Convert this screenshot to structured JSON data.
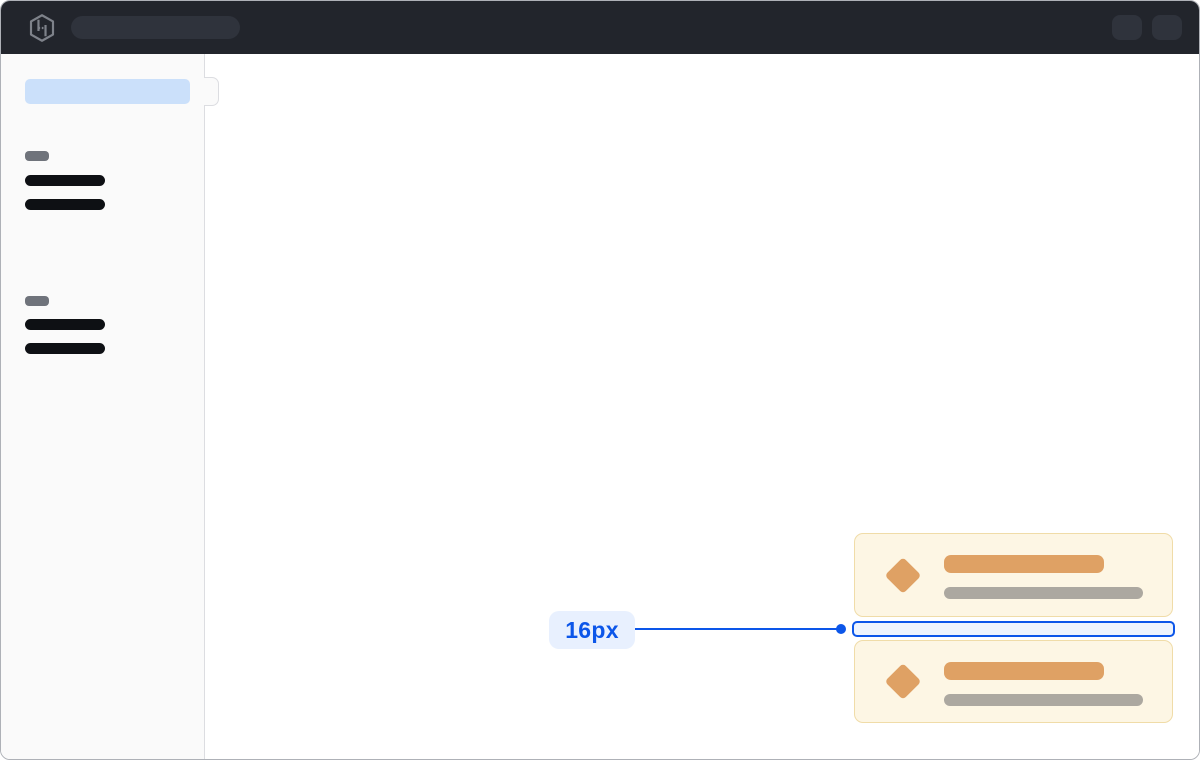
{
  "annotation": {
    "spacing_label": "16px",
    "accent_color": "#0c56e9",
    "label_bg_color": "#e8f0fe",
    "highlight_fill_color": "#eef4fe"
  },
  "topbar": {
    "bg_color": "#22252c",
    "skeleton_pill_color": "#2f333c",
    "logo_icon": "hashicorp-logo-icon",
    "search_skeleton": "search-bar-placeholder",
    "action_skeletons": [
      "header-action-placeholder",
      "header-action-placeholder"
    ]
  },
  "sidebar": {
    "bg_color": "#fafafa",
    "active_item_color": "#cbe0fa",
    "active_item_skeleton": "active-nav-item-placeholder",
    "toggle_tab": "sidebar-collapse-tab",
    "groups": [
      {
        "section_label_skeleton": "section-label-placeholder",
        "item_skeletons": [
          "nav-item-placeholder",
          "nav-item-placeholder"
        ]
      },
      {
        "section_label_skeleton": "section-label-placeholder",
        "item_skeletons": [
          "nav-item-placeholder",
          "nav-item-placeholder"
        ]
      }
    ],
    "section_pill_color": "#6f737b",
    "nav_bar_color": "#0e1014"
  },
  "cards": {
    "bg_color": "#fdf6e4",
    "border_color": "#f0dca8",
    "icon": "diamond-icon",
    "icon_color": "#dfa164",
    "title_bar_color": "#dfa164",
    "subtitle_bar_color": "#aca8a0",
    "items": [
      {
        "icon": "diamond-icon",
        "title_skeleton": "card-title-placeholder",
        "subtitle_skeleton": "card-subtitle-placeholder"
      },
      {
        "icon": "diamond-icon",
        "title_skeleton": "card-title-placeholder",
        "subtitle_skeleton": "card-subtitle-placeholder"
      }
    ]
  }
}
